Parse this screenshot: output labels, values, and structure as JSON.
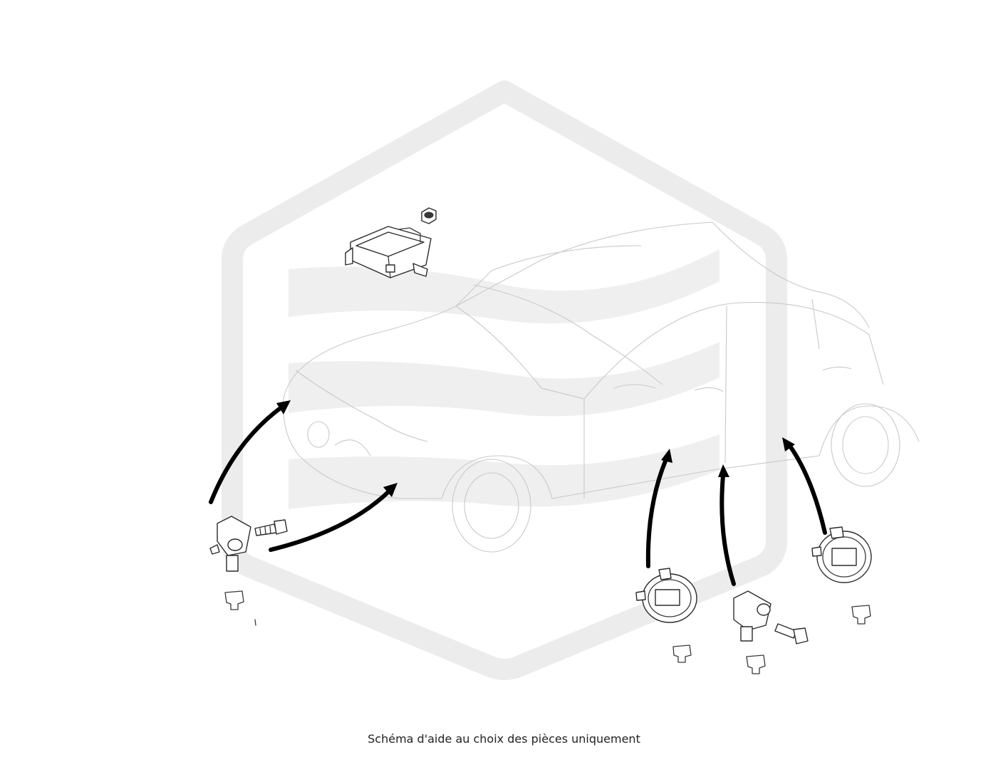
{
  "caption": "Schéma d'aide au choix des pièces uniquement",
  "colors": {
    "arrow": "#000000",
    "watermark": "#ececec",
    "car_outline": "#c9c9c9",
    "part_outline": "#2b2b2b"
  },
  "parts": [
    "airbag-control-unit",
    "control-unit-nut",
    "front-left-impact-sensor",
    "front-right-impact-sensor",
    "sensor-bolt-front",
    "door-pressure-sensor-left",
    "b-pillar-impact-sensor",
    "sensor-bolt-side",
    "door-pressure-sensor-rear"
  ],
  "icons": [
    "watermark-hexagon-logo",
    "car-outline",
    "connector-icon"
  ]
}
